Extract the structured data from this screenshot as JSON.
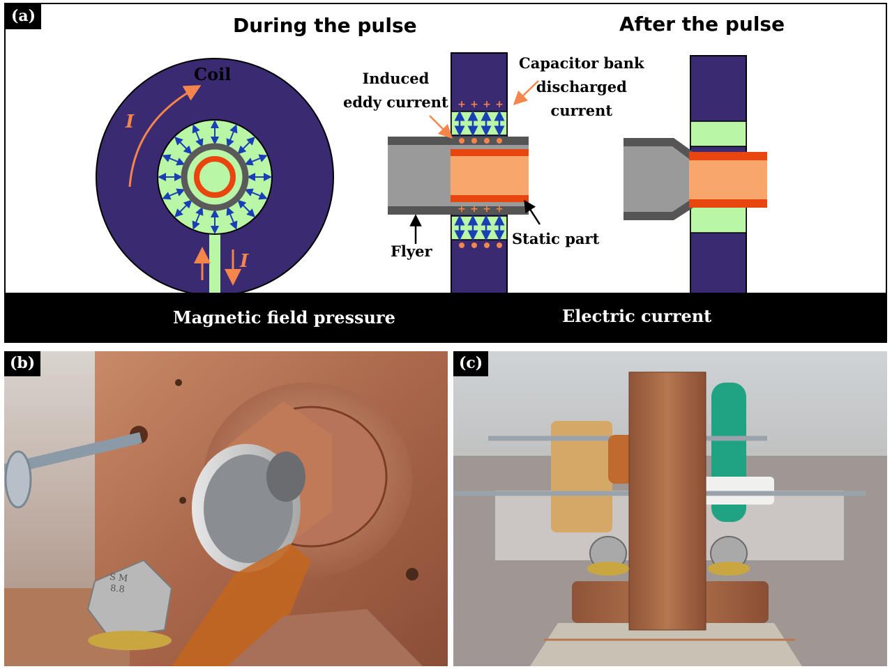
{
  "panels": {
    "a": {
      "tag": "(a)",
      "heading_during": "During the pulse",
      "heading_after": "After the pulse",
      "coil_label": "Coil",
      "current_symbol": "I",
      "induced_label": "Induced\neddy current",
      "capacitor_label": "Capacitor bank\ndischarged\ncurrent",
      "flyer_label": "Flyer",
      "static_label": "Static part",
      "charge_symbol": "+",
      "legend": {
        "magnetic": "Magnetic field pressure",
        "electric": "Electric current"
      }
    },
    "b": {
      "tag": "(b)",
      "bolt_text": "S M\n8.8"
    },
    "c": {
      "tag": "(c)"
    }
  },
  "colors": {
    "coil": "#3a2a72",
    "field": "#b9f6a6",
    "tube_gray": "#9a9a9a",
    "tube_dark": "#555555",
    "static_orange": "#f9a66c",
    "static_red": "#e8460e",
    "current_orange": "#f5864b",
    "field_arrow": "#1a3fb5",
    "copper": "#b56a45"
  }
}
